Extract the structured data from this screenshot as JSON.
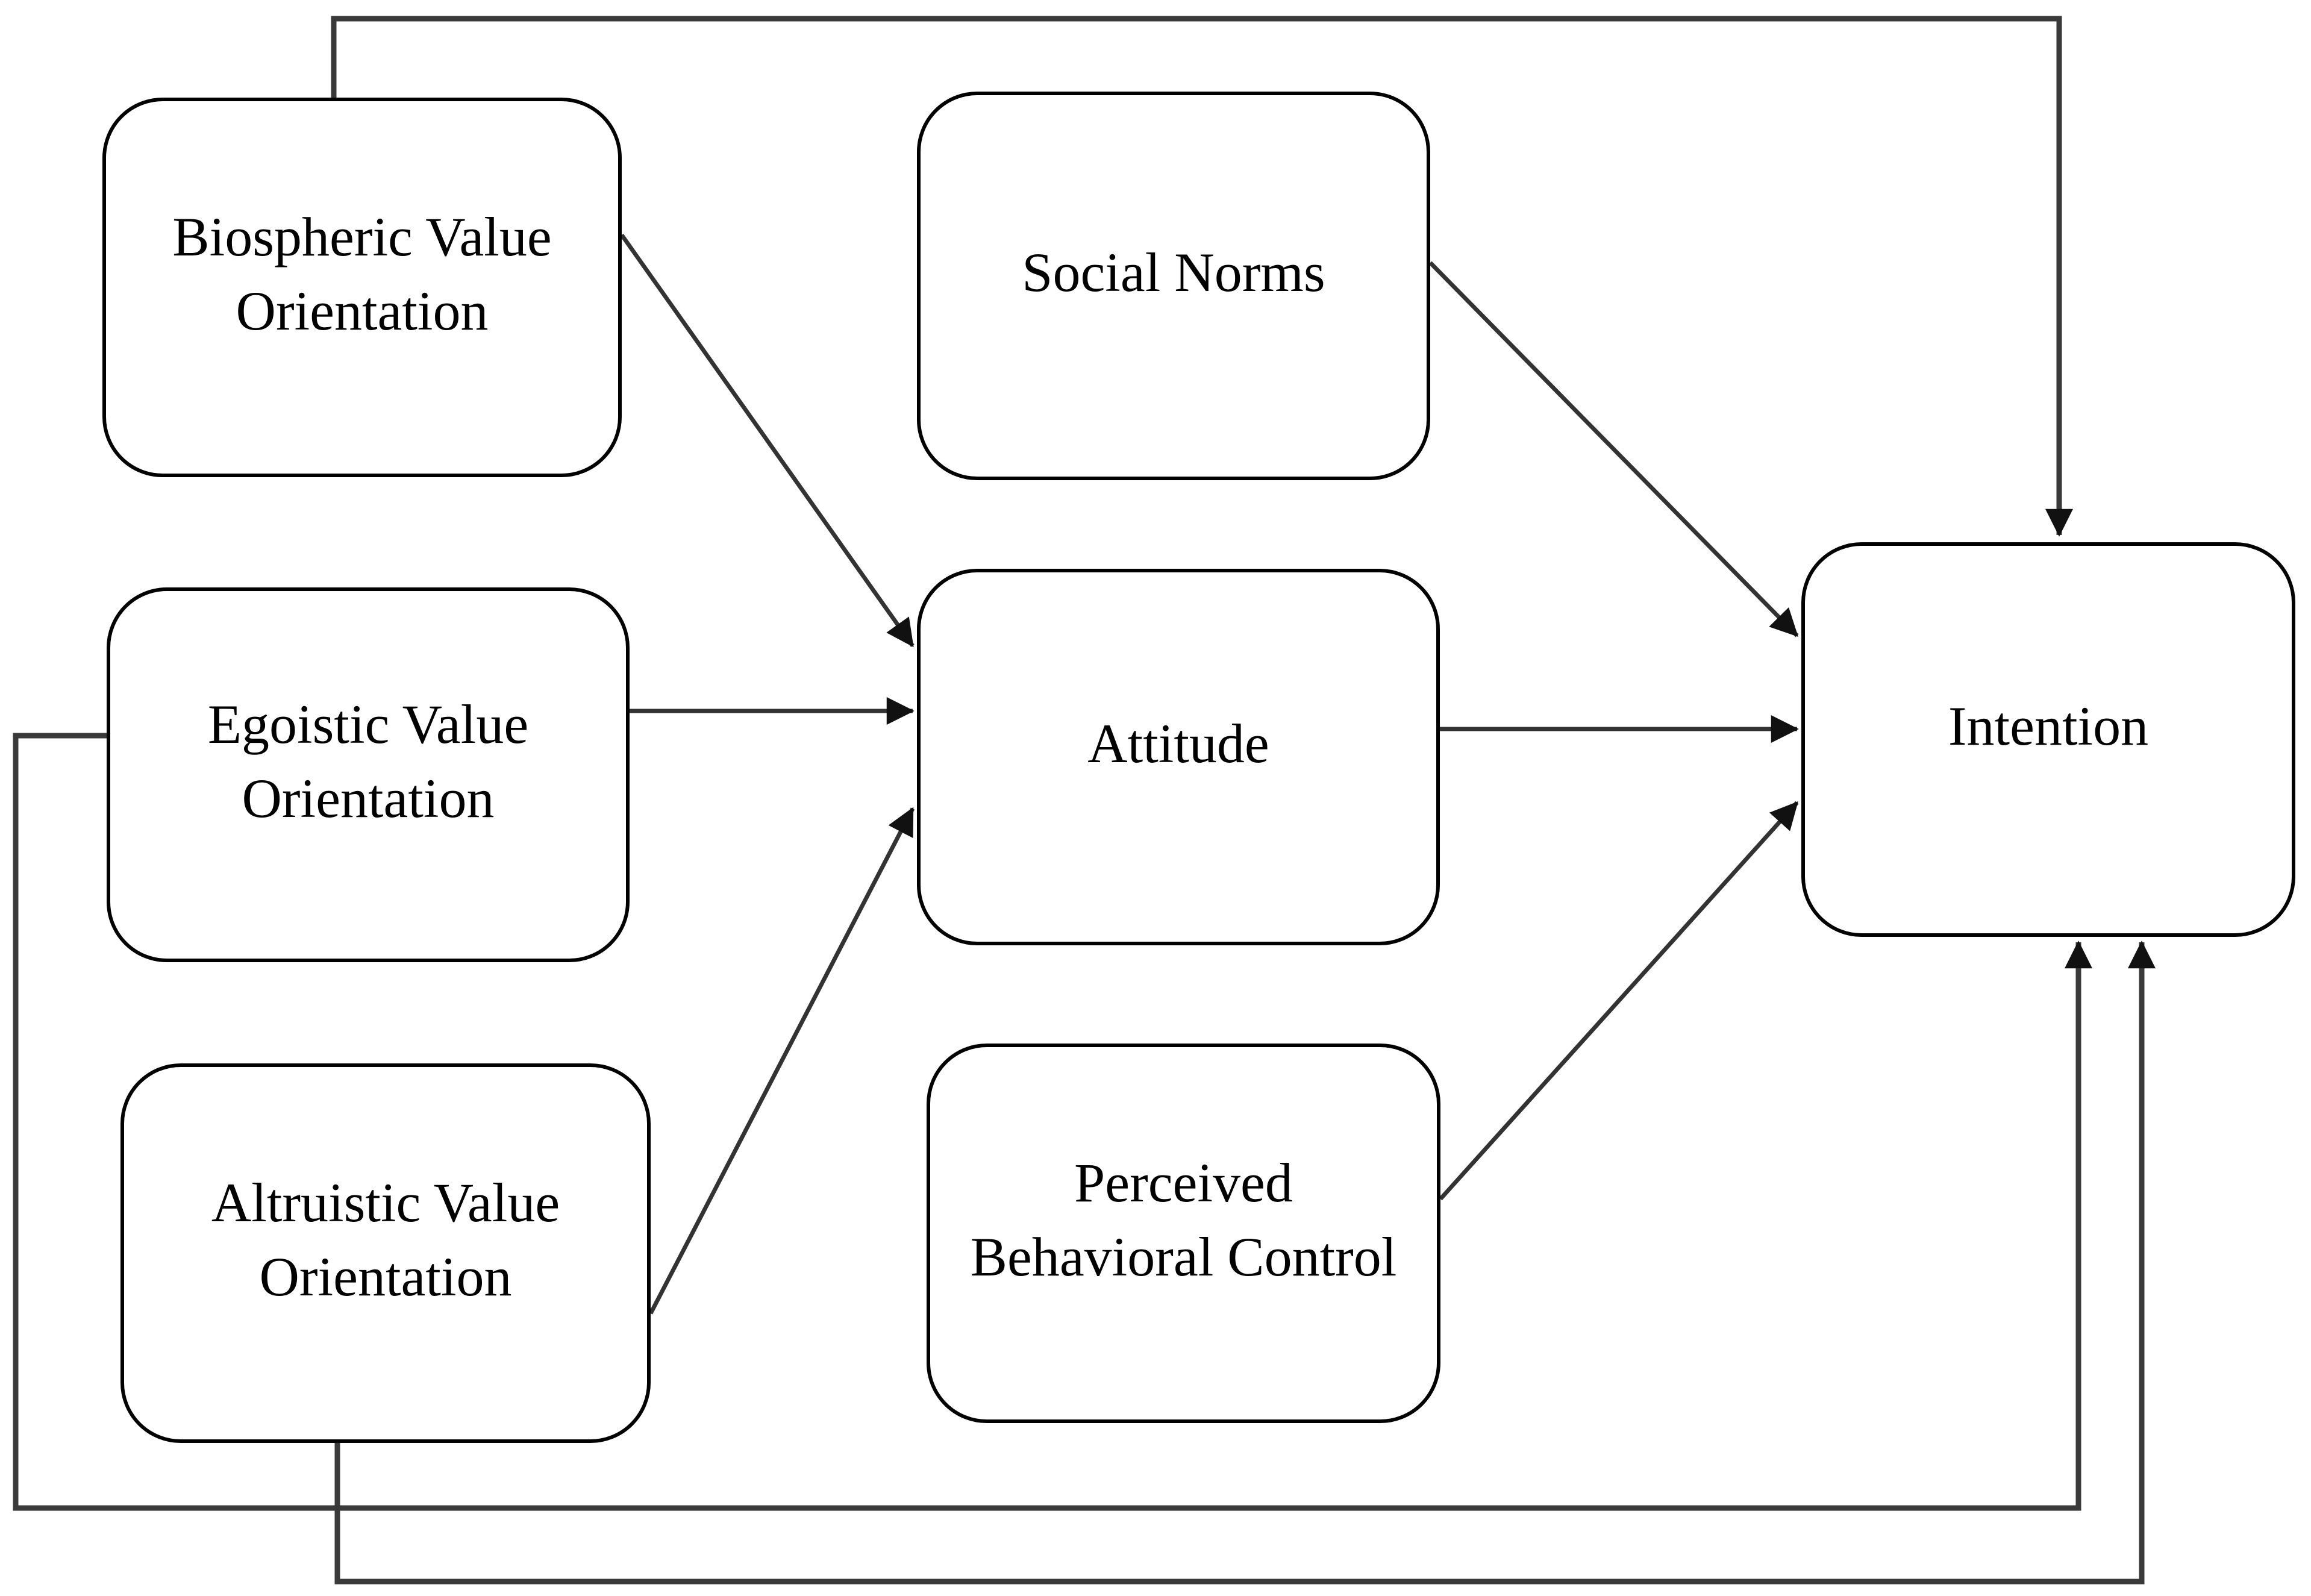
{
  "diagram": {
    "title": "Conceptual model: value orientations, social norms, attitude, perceived behavioral control and intention",
    "nodes": {
      "biospheric": {
        "label": "Biospheric Value\nOrientation"
      },
      "egoistic": {
        "label": "Egoistic Value\nOrientation"
      },
      "altruistic": {
        "label": "Altruistic Value\nOrientation"
      },
      "social": {
        "label": "Social Norms"
      },
      "attitude": {
        "label": "Attitude"
      },
      "pbc": {
        "label": "Perceived\nBehavioral Control"
      },
      "intention": {
        "label": "Intention"
      }
    },
    "edges": [
      {
        "from": "Biospheric Value Orientation",
        "to": "Attitude",
        "style": "diagonal-arrow"
      },
      {
        "from": "Egoistic Value Orientation",
        "to": "Attitude",
        "style": "straight-arrow"
      },
      {
        "from": "Altruistic Value Orientation",
        "to": "Attitude",
        "style": "diagonal-arrow"
      },
      {
        "from": "Social Norms",
        "to": "Intention",
        "style": "diagonal-arrow"
      },
      {
        "from": "Attitude",
        "to": "Intention",
        "style": "straight-arrow"
      },
      {
        "from": "Perceived Behavioral Control",
        "to": "Intention",
        "style": "diagonal-arrow"
      },
      {
        "from": "Biospheric Value Orientation",
        "to": "Intention",
        "style": "routed-over-top"
      },
      {
        "from": "Egoistic Value Orientation",
        "to": "Intention",
        "style": "routed-under-bottom-via-left"
      },
      {
        "from": "Altruistic Value Orientation",
        "to": "Intention",
        "style": "routed-under-bottom"
      }
    ],
    "colors": {
      "background": "#ffffff",
      "box_border": "#000000",
      "connector": "#3a3a3a",
      "arrowhead": "#111111",
      "text": "#000000"
    }
  }
}
